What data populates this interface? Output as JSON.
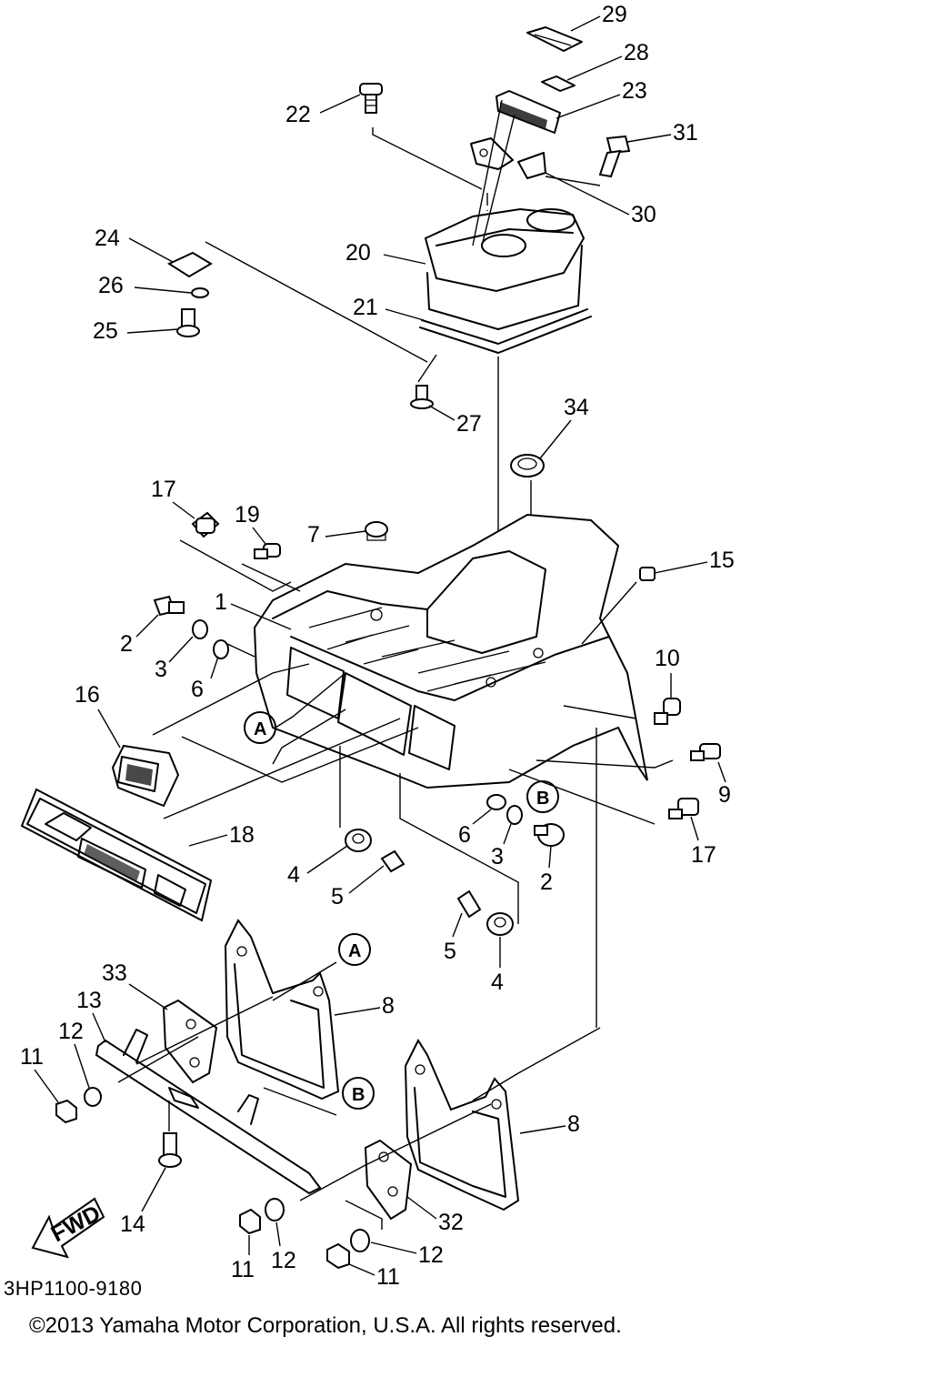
{
  "drawing_code": "3HP1100-9180",
  "copyright": "©2013 Yamaha Motor Corporation, U.S.A. All rights reserved.",
  "fwd_label": "FWD",
  "callouts": [
    "A",
    "A",
    "B",
    "B"
  ],
  "part_labels": [
    "29",
    "28",
    "23",
    "22",
    "31",
    "30",
    "24",
    "20",
    "26",
    "21",
    "25",
    "27",
    "34",
    "17",
    "19",
    "7",
    "15",
    "2",
    "1",
    "3",
    "6",
    "10",
    "16",
    "9",
    "6",
    "3",
    "17",
    "18",
    "2",
    "4",
    "5",
    "5",
    "4",
    "33",
    "8",
    "13",
    "12",
    "11",
    "8",
    "14",
    "32",
    "11",
    "12",
    "12",
    "11"
  ]
}
